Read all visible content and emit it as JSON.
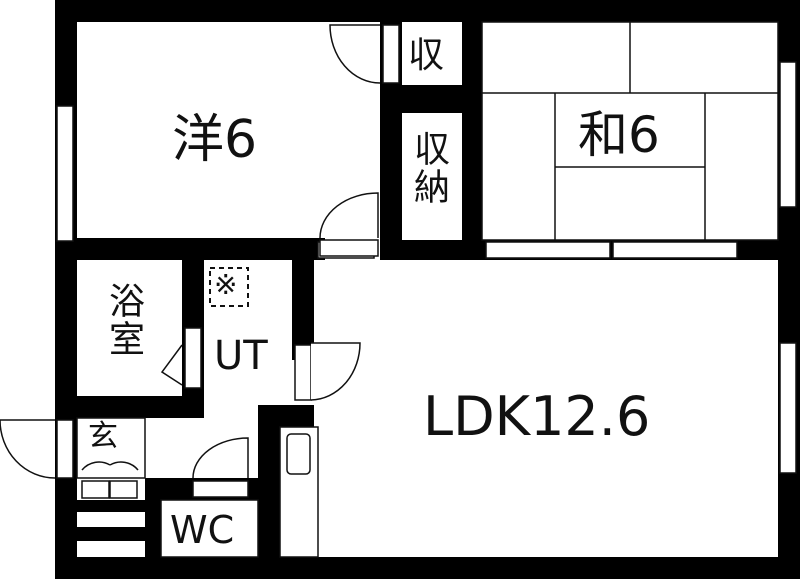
{
  "floorplan": {
    "colors": {
      "wall": "#000000",
      "background": "#ffffff",
      "line": "#111111"
    },
    "rooms": {
      "western": {
        "label": "洋6"
      },
      "closet_small": {
        "label": "収"
      },
      "closet": {
        "label": "収納"
      },
      "japanese": {
        "label": "和6"
      },
      "bath": {
        "label": "浴室"
      },
      "utility": {
        "label": "UT"
      },
      "entrance": {
        "label": "玄"
      },
      "toilet": {
        "label": "WC"
      },
      "ldk": {
        "label": "LDK12.6"
      }
    },
    "symbols": {
      "washer_mark": "※"
    }
  }
}
